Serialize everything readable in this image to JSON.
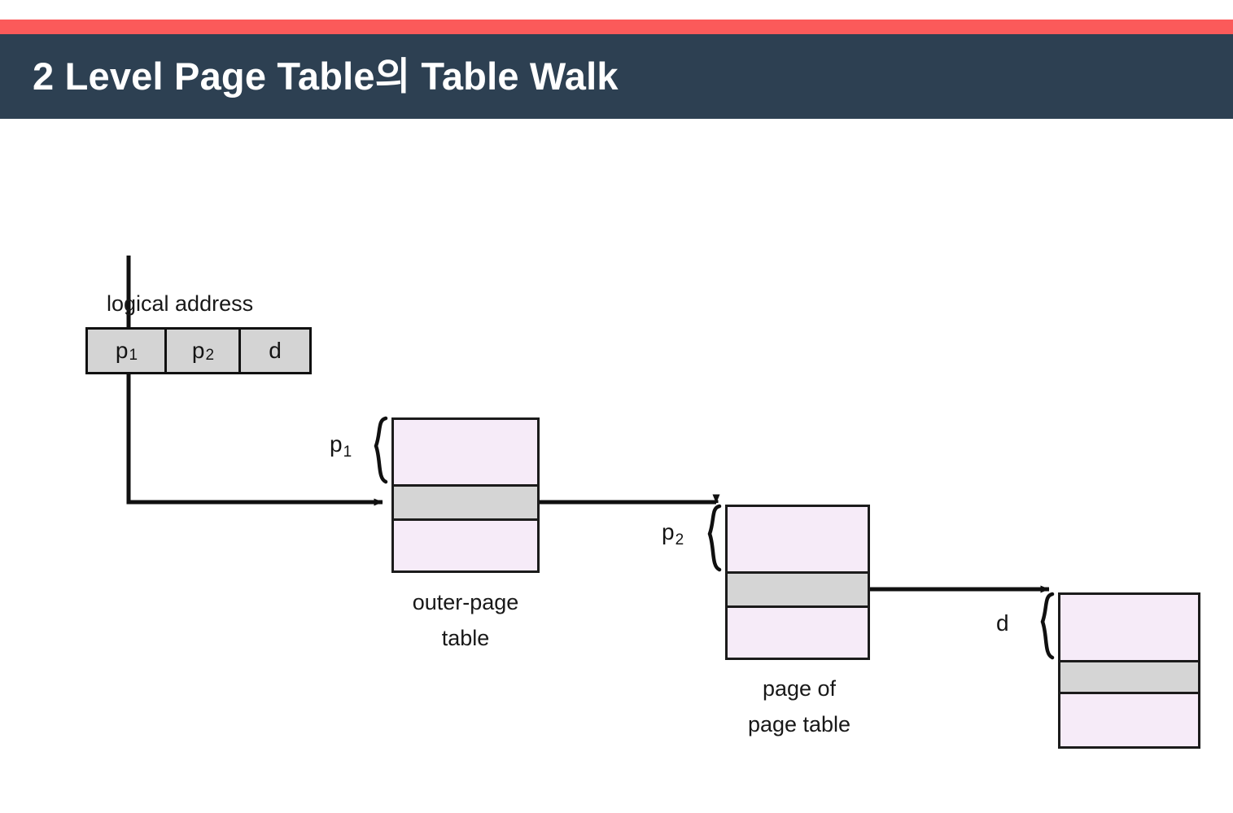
{
  "slide": {
    "title": "2 Level Page Table의 Table Walk",
    "accent_color": "#fb5a5a",
    "header_color": "#2d4052",
    "title_color": "#ffffff",
    "background_color": "#ffffff"
  },
  "diagram": {
    "type": "two-level-page-table-walk",
    "logical_address": {
      "caption": "logical address",
      "fields": [
        {
          "label": "p",
          "subscript": "1",
          "name": "outer-page-number"
        },
        {
          "label": "p",
          "subscript": "2",
          "name": "inner-page-number"
        },
        {
          "label": "d",
          "subscript": "",
          "name": "offset"
        }
      ],
      "fill_color": "#d4d4d4",
      "border_color": "#101010"
    },
    "tables": [
      {
        "id": "outer-page-table",
        "caption_line1": "outer-page",
        "caption_line2": "table",
        "index_label": "p",
        "index_subscript": "1",
        "rows": [
          "normal",
          "selected",
          "normal"
        ],
        "fill_color": "#f6ebf8",
        "selected_color": "#d5d5d5"
      },
      {
        "id": "page-of-page-table",
        "caption_line1": "page of",
        "caption_line2": "page table",
        "index_label": "p",
        "index_subscript": "2",
        "rows": [
          "normal",
          "selected",
          "normal"
        ],
        "fill_color": "#f6ebf8",
        "selected_color": "#d5d5d5"
      },
      {
        "id": "memory-frame-table",
        "caption_line1": "",
        "caption_line2": "",
        "index_label": "d",
        "index_subscript": "",
        "rows": [
          "normal",
          "selected",
          "normal"
        ],
        "fill_color": "#f6ebf8",
        "selected_color": "#d5d5d5"
      }
    ],
    "arrows": [
      {
        "name": "p1-to-outer-page-table",
        "from": "logical-address-p1",
        "to": "outer-page-table-selected-row"
      },
      {
        "name": "outer-page-table-to-page-of-page-table",
        "from": "outer-page-table-selected-row",
        "to": "page-of-page-table"
      },
      {
        "name": "page-of-page-table-to-memory-frame",
        "from": "page-of-page-table-selected-row",
        "to": "memory-frame-table"
      }
    ],
    "line_color": "#101010"
  }
}
